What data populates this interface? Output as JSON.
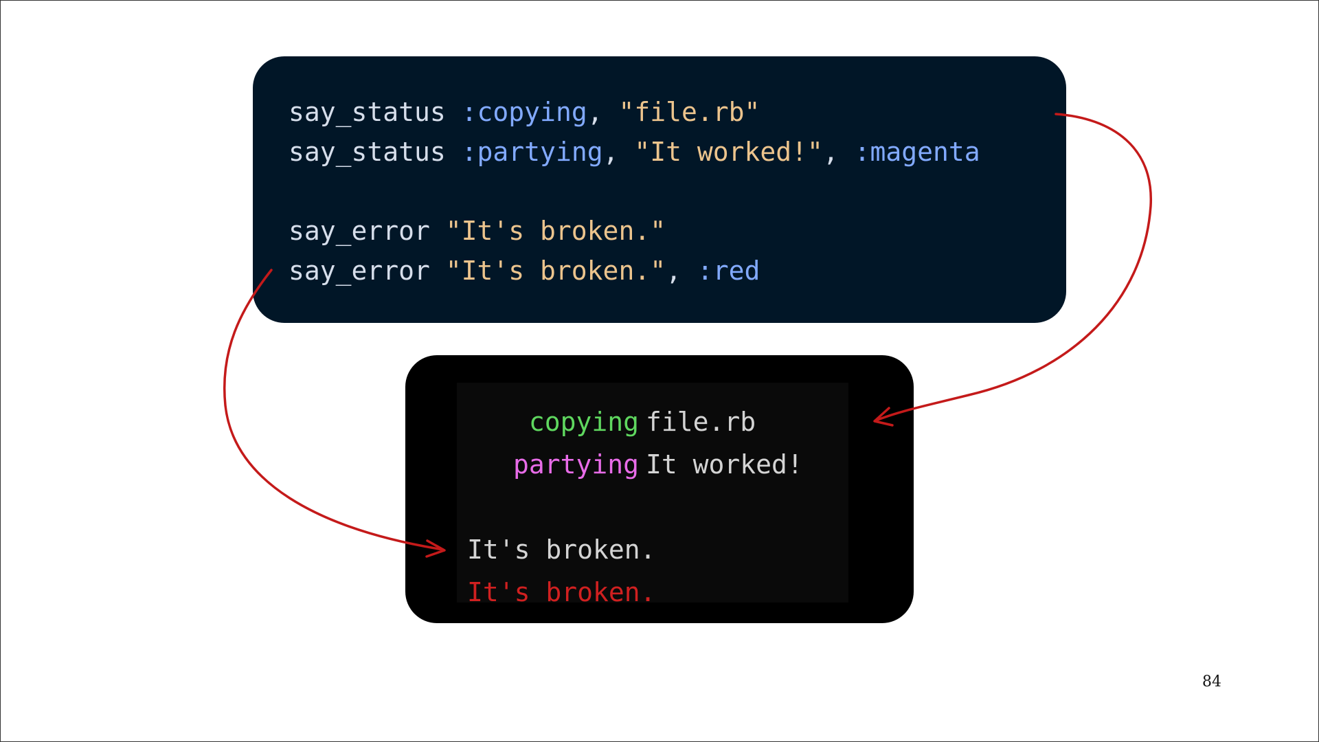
{
  "code": {
    "line1": {
      "call": "say_status ",
      "sym": ":copying",
      "sep1": ", ",
      "str": "\"file.rb\""
    },
    "line2": {
      "call": "say_status ",
      "sym": ":partying",
      "sep1": ", ",
      "str": "\"It worked!\"",
      "sep2": ", ",
      "sym2": ":magenta"
    },
    "line3": {
      "call": "say_error ",
      "str": "\"It's broken.\""
    },
    "line4": {
      "call": "say_error ",
      "str": "\"It's broken.\"",
      "sep1": ", ",
      "sym": ":red"
    }
  },
  "terminal": {
    "row1": {
      "status": "copying",
      "message": "file.rb"
    },
    "row2": {
      "status": "partying",
      "message": "It worked!"
    },
    "row3": {
      "message": "It's broken."
    },
    "row4": {
      "message": "It's broken."
    }
  },
  "colors": {
    "code_bg": "#011627",
    "symbol": "#82aaff",
    "string": "#ecc48d",
    "green": "#5fd75f",
    "magenta": "#e86ce8",
    "red": "#d02020",
    "arrow": "#c41a1a"
  },
  "page_number": "84"
}
